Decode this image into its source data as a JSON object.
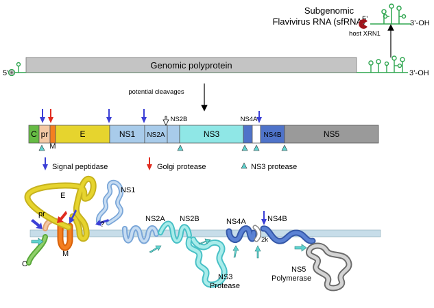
{
  "sfrna": {
    "title_line1": "Subgenomic",
    "title_line2": "Flavivirus RNA (sfRNA)",
    "five_prime": "5’",
    "three_prime": "3’-OH",
    "exonuclease": "host XRN1"
  },
  "genome": {
    "label": "Genomic polyprotein",
    "five_prime": "5’",
    "three_prime": "3’-OH"
  },
  "cleavage_note": "potential cleavages",
  "polyprotein_segments": [
    {
      "label": "C",
      "color": "#66bb44"
    },
    {
      "label": "pr",
      "color": "#f3c9a5"
    },
    {
      "label": "",
      "color": "#f47f20"
    },
    {
      "label": "E",
      "color": "#e6d42e"
    },
    {
      "label": "NS1",
      "color": "#a8cbea"
    },
    {
      "label": "NS2A",
      "color": "#a8cbea"
    },
    {
      "label": "",
      "color": "#a8cbea"
    },
    {
      "label": "NS3",
      "color": "#8fe7e6"
    },
    {
      "label": "",
      "color": "#4f73c9"
    },
    {
      "label": "",
      "color": "#ffffff"
    },
    {
      "label": "NS4B",
      "color": "#4f73c9"
    },
    {
      "label": "NS5",
      "color": "#9a9a9a"
    }
  ],
  "polyprotein_callouts": {
    "m": "M",
    "ns2b": "NS2B",
    "ns4a": "NS4A"
  },
  "legend": {
    "signal_peptidase": "Signal peptidase",
    "golgi_protease": "Golgi protease",
    "ns3_protease": "NS3 protease",
    "colors": {
      "signal": "#3b3fd6",
      "golgi": "#e02b1f",
      "ns3": "#5fd3cf"
    }
  },
  "membrane": {
    "c": "C",
    "pr": "pr",
    "e": "E",
    "m": "M",
    "ns1": "NS1",
    "question": "?",
    "ns2a": "NS2A",
    "ns2b": "NS2B",
    "ns3_line1": "NS3",
    "ns3_line2": "Protease",
    "ns4a": "NS4A",
    "two_k": "2k",
    "ns4b": "NS4B",
    "ns5_line1": "NS5",
    "ns5_line2": "Polymerase"
  }
}
